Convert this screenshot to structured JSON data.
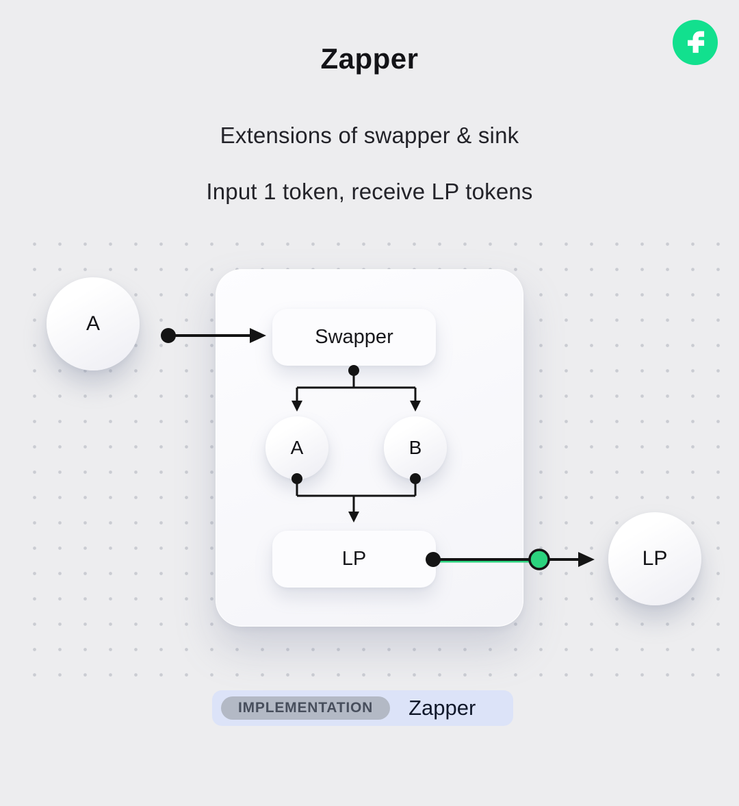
{
  "header": {
    "title": "Zapper",
    "subtitle_line1": "Extensions of swapper & sink",
    "subtitle_line2": "Input 1 token, receive LP tokens"
  },
  "logo": {
    "icon": "flow-logo-icon"
  },
  "diagram": {
    "input_token_label": "A",
    "swapper_label": "Swapper",
    "token_a_label": "A",
    "token_b_label": "B",
    "lp_box_label": "LP",
    "output_token_label": "LP"
  },
  "footer": {
    "badge_label": "IMPLEMENTATION",
    "implementation_name": "Zapper"
  },
  "colors": {
    "background": "#ededef",
    "line_black": "#141414",
    "accent_green": "#2bd37e",
    "logo_green": "#12e08e",
    "badge_bg": "#dce3f8",
    "pill_bg": "#b3b9c5",
    "pill_text": "#474e5c"
  }
}
